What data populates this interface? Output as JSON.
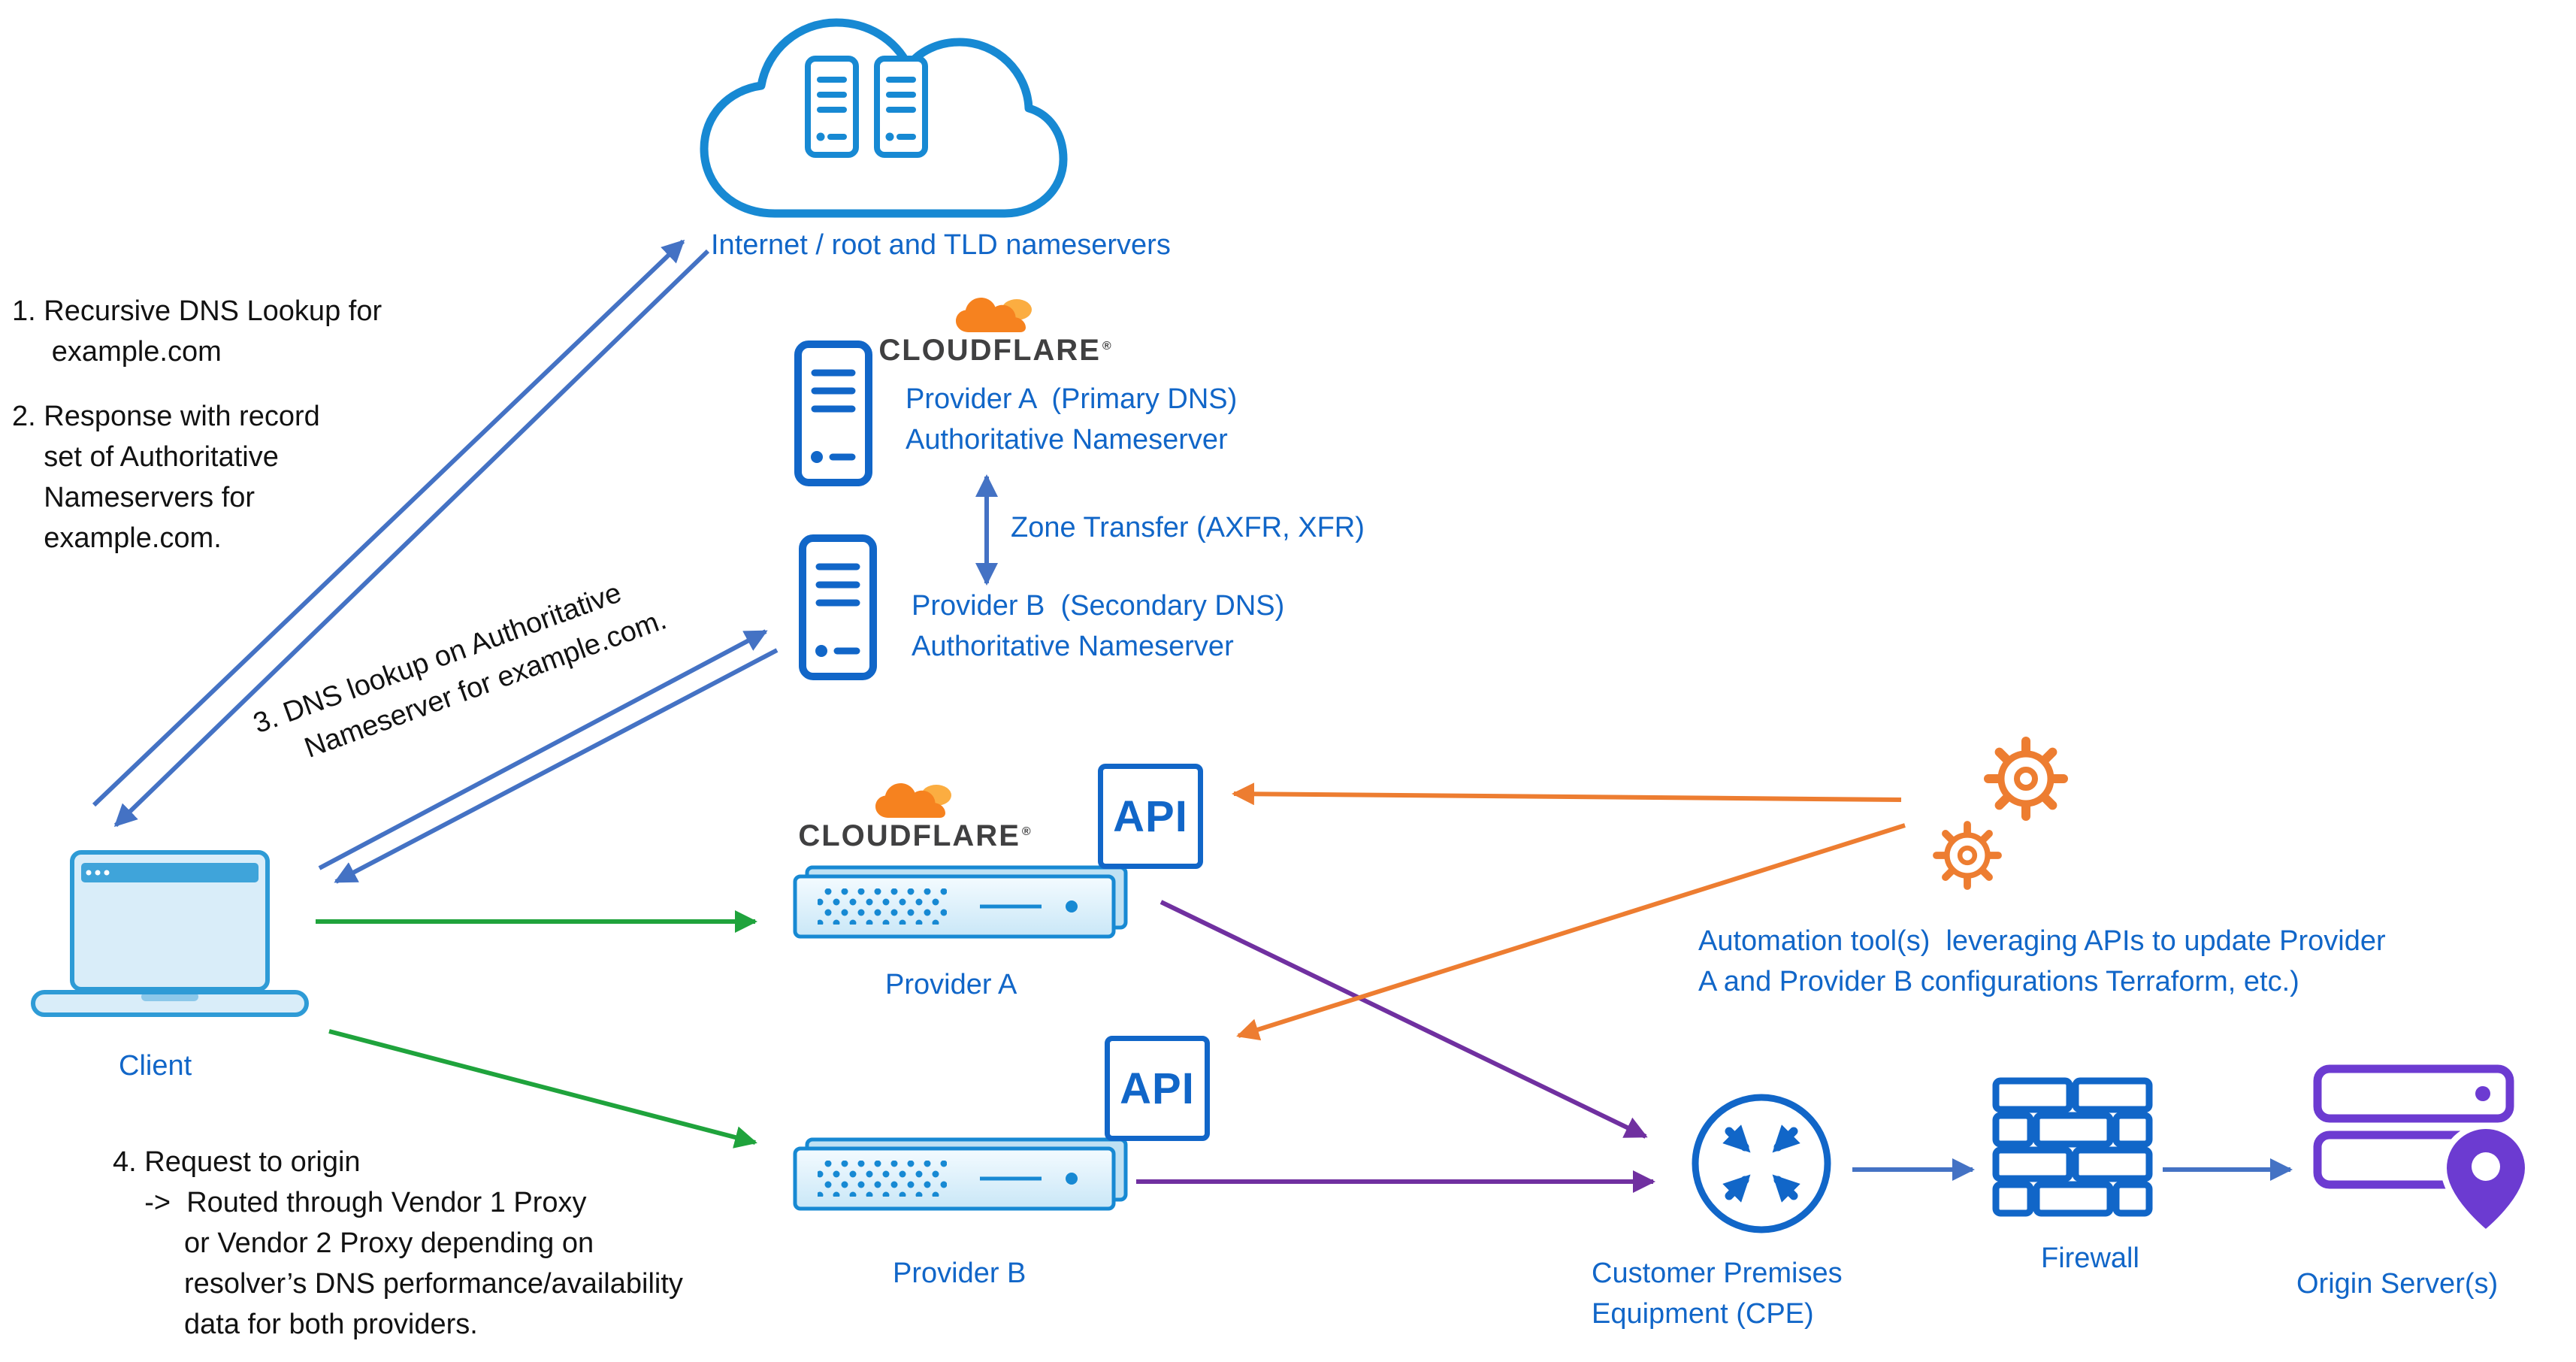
{
  "colors": {
    "blue_text": "#1166C8",
    "icon_blue": "#1789D3",
    "arrow_blue": "#4472C4",
    "green": "#1FA33C",
    "purple": "#7030A0",
    "orange": "#ED7D31",
    "cf_orange": "#F6821F",
    "cf_orange_light": "#FBAD41",
    "laptop_fill": "#D9EDF9",
    "laptop_blue": "#2E9BD6",
    "origin_purple": "#6C3BD1"
  },
  "brand": {
    "name": "CLOUDFLARE",
    "reg": "®"
  },
  "steps": {
    "step1": "1. Recursive DNS Lookup for\n     example.com",
    "step2": "2. Response with record\n    set of Authoritative\n    Nameservers for\n    example.com.",
    "step3": "3. DNS lookup on Authoritative\n     Nameserver for example.com.",
    "step4": "4. Request to origin\n    ->  Routed through Vendor 1 Proxy\n         or Vendor 2 Proxy depending on\n         resolver’s DNS performance/availability\n         data for both providers."
  },
  "nodes": {
    "internet": {
      "label": "Internet / root and TLD nameservers"
    },
    "provider_a_ns": {
      "label": "Provider A  (Primary DNS)\nAuthoritative Nameserver"
    },
    "zone_transfer": {
      "label": "Zone Transfer (AXFR, XFR)"
    },
    "provider_b_ns": {
      "label": "Provider B  (Secondary DNS)\nAuthoritative Nameserver"
    },
    "client": {
      "label": "Client"
    },
    "proxy_a": {
      "label": "Provider A",
      "api_label": "API"
    },
    "proxy_b": {
      "label": "Provider B",
      "api_label": "API"
    },
    "automation": {
      "label": "Automation tool(s)  leveraging APIs to update Provider\nA and Provider B configurations Terraform, etc.)"
    },
    "cpe": {
      "label": "Customer Premises\nEquipment (CPE)"
    },
    "firewall": {
      "label": "Firewall"
    },
    "origin": {
      "label": "Origin Server(s)"
    }
  },
  "connections": [
    {
      "from": "Client",
      "to": "Internet / root and TLD nameservers",
      "color": "blue",
      "meaning": "Recursive DNS lookup"
    },
    {
      "from": "Internet / root and TLD nameservers",
      "to": "Client",
      "color": "blue",
      "meaning": "Response with authoritative nameserver record set"
    },
    {
      "from": "Client",
      "to": "Provider B Authoritative Nameserver",
      "color": "blue",
      "meaning": "DNS lookup on authoritative nameserver"
    },
    {
      "from": "Provider B Authoritative Nameserver",
      "to": "Client",
      "color": "blue",
      "meaning": "DNS response"
    },
    {
      "from": "Provider A Authoritative Nameserver",
      "to": "Provider B Authoritative Nameserver",
      "color": "blue",
      "bidirectional": true,
      "meaning": "Zone Transfer (AXFR, XFR)"
    },
    {
      "from": "Client",
      "to": "Provider A proxy",
      "color": "green",
      "meaning": "Request to origin via Vendor 1"
    },
    {
      "from": "Client",
      "to": "Provider B proxy",
      "color": "green",
      "meaning": "Request to origin via Vendor 2"
    },
    {
      "from": "Provider A proxy",
      "to": "Customer Premises Equipment (CPE)",
      "color": "purple"
    },
    {
      "from": "Provider B proxy",
      "to": "Customer Premises Equipment (CPE)",
      "color": "purple"
    },
    {
      "from": "Automation tool(s)",
      "to": "Provider A API",
      "color": "orange"
    },
    {
      "from": "Automation tool(s)",
      "to": "Provider B API",
      "color": "orange"
    },
    {
      "from": "Customer Premises Equipment (CPE)",
      "to": "Firewall",
      "color": "blue"
    },
    {
      "from": "Firewall",
      "to": "Origin Server(s)",
      "color": "blue"
    }
  ]
}
